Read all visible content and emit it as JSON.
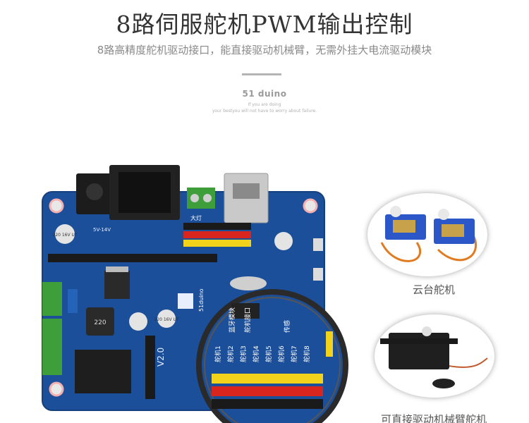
{
  "header": {
    "title": "8路伺服舵机PWM输出控制",
    "subtitle": "8路高精度舵机驱动接口，能直接驱动机械臂，无需外挂大电流驱动模块"
  },
  "brand": {
    "name": "51 duino",
    "tagline1": "If you are doing",
    "tagline2": "your bestyou will not have to worry about failure."
  },
  "board": {
    "cap_label": "220 16V UT",
    "cap_label2": "220 16V UT",
    "voltage": "5V-14V",
    "lamp_label": "大灯",
    "version": "V2.0",
    "slot_labels": [
      "舵机1",
      "舵机2",
      "舵机3",
      "舵机4",
      "舵机5",
      "舵机6",
      "舵机7",
      "舵机8"
    ],
    "top_labels": [
      "蓝牙模块",
      "舵机接口",
      "传感"
    ],
    "inductor": "220",
    "logo_text": "51duino"
  },
  "servos": [
    {
      "caption": "云台舵机"
    },
    {
      "caption": "可直接驱动机械臂舵机"
    }
  ],
  "colors": {
    "pcb": "#1b4f9a",
    "pin_yellow": "#f2d21b",
    "pin_red": "#d8261f",
    "pin_black": "#1a1a1a",
    "servo_blue": "#2b57c8"
  }
}
